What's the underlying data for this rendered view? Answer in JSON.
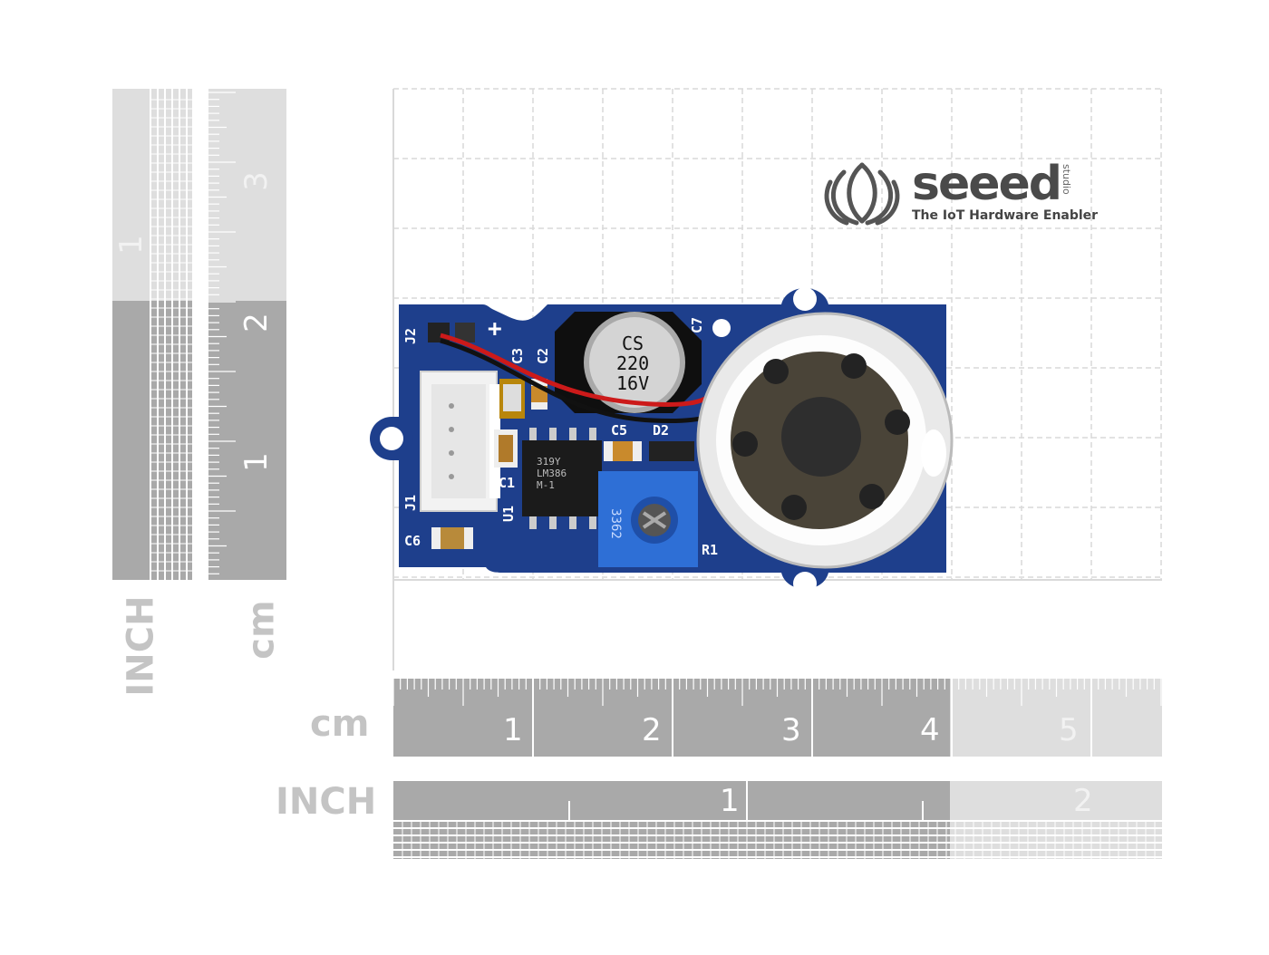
{
  "logo": {
    "word": "seeed",
    "studio": "studio",
    "tagline": "The IoT Hardware Enabler"
  },
  "ruler_left": {
    "unit_inch": "INCH",
    "unit_cm": "cm",
    "inch_ticks": [
      "1"
    ],
    "cm_ticks": [
      "3",
      "2",
      "1"
    ]
  },
  "ruler_bottom": {
    "unit_cm": "cm",
    "unit_inch": "INCH",
    "cm_ticks": [
      "1",
      "2",
      "3",
      "4",
      "5"
    ],
    "inch_ticks": [
      "1",
      "2"
    ]
  },
  "board": {
    "silkscreen": [
      "J2",
      "J1",
      "C1",
      "C2",
      "C3",
      "C5",
      "C6",
      "C7",
      "D2",
      "U1",
      "R1",
      "+"
    ],
    "capacitor_text": [
      "CS",
      "220",
      "16V"
    ],
    "ic_text": [
      "319Y",
      "LM386",
      "M-1"
    ],
    "pot_text": "3362",
    "colors": {
      "pcb": "#1e3f8c",
      "pot": "#2e6fd6",
      "grid": "#d9d9d9",
      "ruler_dark": "#a9a9a9",
      "ruler_light": "#dedede"
    }
  }
}
